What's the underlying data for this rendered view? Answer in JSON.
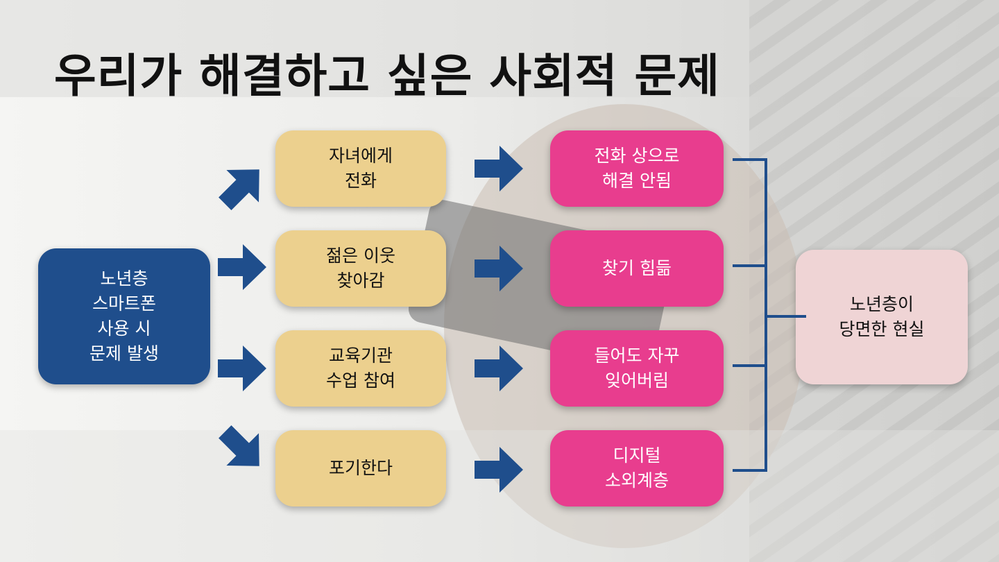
{
  "title": "우리가 해결하고 싶은 사회적 문제",
  "start": "노년층\n스마트폰\n사용 시\n문제 발생",
  "actions": [
    "자녀에게\n전화",
    "젊은 이웃\n찾아감",
    "교육기관\n수업 참여",
    "포기한다"
  ],
  "results": [
    "전화 상으로\n해결 안됨",
    "찾기 힘듦",
    "들어도 자꾸\n잊어버림",
    "디지털\n소외계층"
  ],
  "final": "노년층이\n당면한 현실",
  "colors": {
    "arrow": "#1f4e8c",
    "start": "#1f4e8c",
    "action": "#ecd08e",
    "result": "#e83d8e",
    "final": "#efd4d5"
  }
}
